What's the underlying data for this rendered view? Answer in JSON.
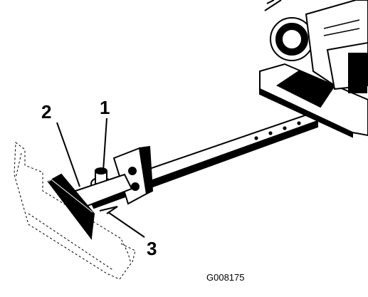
{
  "callouts": {
    "c1": "1",
    "c2": "2",
    "c3": "3"
  },
  "figure_id": "G008175",
  "colors": {
    "ink": "#000000",
    "paper": "#ffffff"
  }
}
